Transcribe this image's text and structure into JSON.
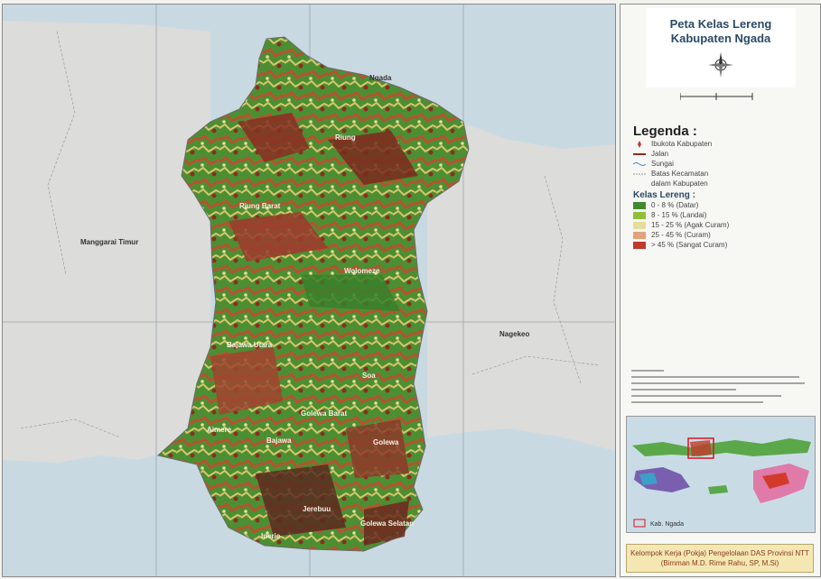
{
  "map": {
    "title": [
      "Peta Kelas Lereng",
      "Kabupaten Ngada"
    ],
    "labels": {
      "ngada": "Ngada",
      "riung": "Riung",
      "riung_barat": "Riung Barat",
      "manggarai_timur": "Manggarai Timur",
      "wolomeze": "Wolomeze",
      "nagekeo": "Nagekeo",
      "bajawa_utara": "Bajawa Utara",
      "soa": "Soa",
      "golewa_barat": "Golewa Barat",
      "aimere": "Aimere",
      "bajawa": "Bajawa",
      "golewa": "Golewa",
      "jerebuu": "Jerebuu",
      "inerie": "Inerie",
      "golewa_selatan": "Golewa Selatan"
    },
    "colors": {
      "sea": "#c9d9e2",
      "land": "#dcdcda",
      "flat": "#3f8a2e",
      "gentle": "#8fbf3a",
      "moderate": "#e8dc9a",
      "steep": "#d9966a",
      "very_steep": "#9e3a2c"
    }
  },
  "legend": {
    "title": "Legenda :",
    "items": [
      {
        "label": "Ibukota Kabupaten",
        "icon": "capital-icon"
      },
      {
        "label": "Jalan",
        "icon": "road-icon"
      },
      {
        "label": "Sungai",
        "icon": "river-icon"
      },
      {
        "label": "Batas Kecamatan",
        "icon": "boundary-icon"
      },
      {
        "label": "dalam Kabupaten",
        "icon": ""
      }
    ],
    "slope_title": "Kelas Lereng :",
    "slope_items": [
      {
        "label": "0 - 8 % (Datar)",
        "color": "#3f8a2e"
      },
      {
        "label": "8 - 15 % (Landai)",
        "color": "#8fbf3a"
      },
      {
        "label": "15 - 25 % (Agak Curam)",
        "color": "#e8dc9a"
      },
      {
        "label": "25 - 45 % (Curam)",
        "color": "#e3a27a"
      },
      {
        "label": "> 45 % (Sangat Curam)",
        "color": "#c0392b"
      }
    ]
  },
  "inset": {
    "legend_label": "Kab. Ngada"
  },
  "footer": {
    "lines": [
      "Kelompok Kerja (Pokja) Pengelolaan DAS Provinsi NTT",
      "(Bimman M.D. Rime Rahu, SP, M.Si)"
    ]
  }
}
